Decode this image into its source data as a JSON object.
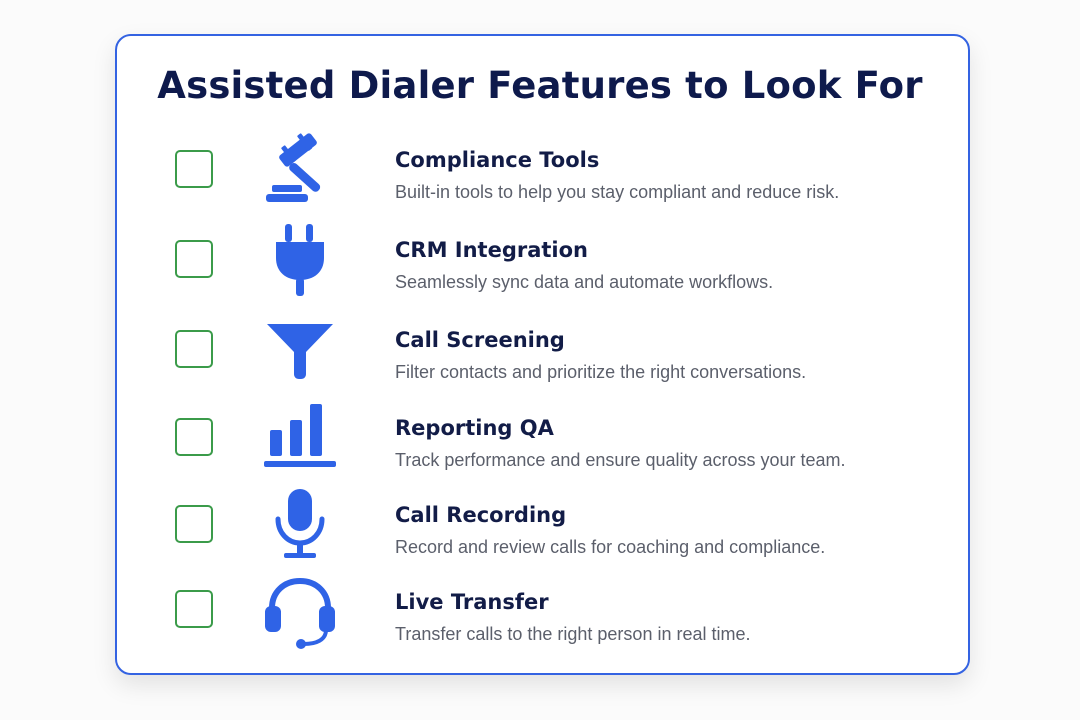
{
  "title": "Assisted Dialer Features to Look For",
  "colors": {
    "accent": "#2f63e6",
    "checkbox_border": "#3b9b4a",
    "title_text": "#0e1a4c",
    "description_text": "#5b5f6b"
  },
  "features": [
    {
      "icon": "gavel-icon",
      "name": "Compliance Tools",
      "description": "Built-in tools to help you stay compliant and reduce risk.",
      "checked": false
    },
    {
      "icon": "plug-icon",
      "name": "CRM Integration",
      "description": "Seamlessly sync data and automate workflows.",
      "checked": false
    },
    {
      "icon": "funnel-icon",
      "name": "Call Screening",
      "description": "Filter contacts and prioritize the right conversations.",
      "checked": false
    },
    {
      "icon": "bar-chart-icon",
      "name": "Reporting QA",
      "description": "Track performance and ensure quality across your team.",
      "checked": false
    },
    {
      "icon": "microphone-icon",
      "name": "Call Recording",
      "description": "Record and review calls for coaching and compliance.",
      "checked": false
    },
    {
      "icon": "headset-icon",
      "name": "Live Transfer",
      "description": "Transfer calls to the right person in real time.",
      "checked": false
    }
  ]
}
